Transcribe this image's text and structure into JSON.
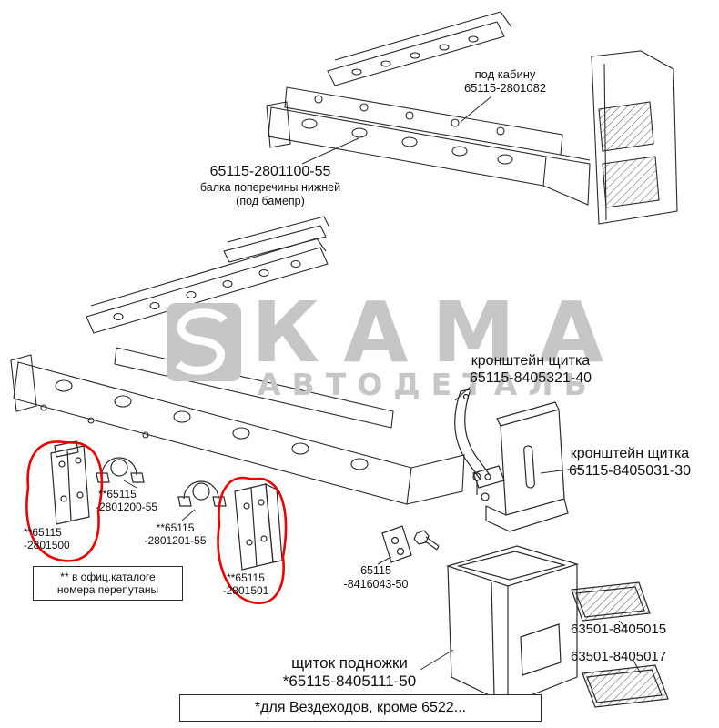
{
  "watermark": {
    "line1": "КАМА",
    "line2": "АВТОДЕТАЛЬ"
  },
  "top_section": {
    "cab_mount": {
      "name": "под кабину",
      "part": "65115-2801082"
    },
    "crossbeam": {
      "part": "65115-2801100-55",
      "desc_line1": "балка поперечины нижней",
      "desc_line2": "(под бамепр)"
    }
  },
  "middle_section": {
    "shield_bracket_upper": {
      "name": "кронштейн щитка",
      "part": "65115-8405321-40"
    },
    "shield_bracket_lower": {
      "name": "кронштейн щитка",
      "part": "65115-8405031-30"
    }
  },
  "bottom_section": {
    "bracket_left": {
      "line1": "**65115",
      "line2": "-2801500"
    },
    "clamp_left": {
      "line1": "**65115",
      "line2": "-2801200-55"
    },
    "clamp_right": {
      "line1": "**65115",
      "line2": "-2801201-55"
    },
    "bracket_right": {
      "line1": "**65115",
      "line2": "-2801501"
    },
    "catalog_note": {
      "line1": "** в офиц.каталоге",
      "line2": "номера перепутаны"
    },
    "small_bracket": {
      "line1": "65115",
      "line2": "-8416043-50"
    },
    "step_shield": {
      "name": "щиток подножки",
      "part": "*65115-8405111-50"
    },
    "tread_upper": {
      "part": "63501-8405015"
    },
    "tread_lower": {
      "part": "63501-8405017"
    },
    "variant_note": "*для Вездеходов, кроме 6522..."
  },
  "colors": {
    "highlight": "#ee0000",
    "line": "#2a2a2a",
    "watermark": "#c6c6c6",
    "text": "#111111"
  }
}
